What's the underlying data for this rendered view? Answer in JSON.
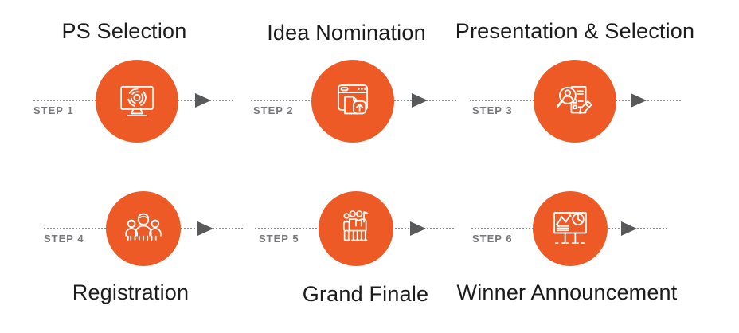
{
  "diagram": {
    "type": "process-flow",
    "colors": {
      "accent": "#ED5A25",
      "title": "#1C1C1C",
      "step_label": "#77787B",
      "dotted_line": "#8C8C8C",
      "arrow": "#58595B"
    },
    "steps": [
      {
        "label": "STEP 1",
        "title": "PS Selection",
        "icon": "monitor-target-icon",
        "title_position": "above"
      },
      {
        "label": "STEP 2",
        "title": "Idea Nomination",
        "icon": "browser-upload-icon",
        "title_position": "above"
      },
      {
        "label": "STEP 3",
        "title": "Presentation & Selection",
        "icon": "magnifier-profile-document-icon",
        "title_position": "above"
      },
      {
        "label": "STEP 4",
        "title": "Registration",
        "icon": "team-people-icon",
        "title_position": "below"
      },
      {
        "label": "STEP 5",
        "title": "Grand Finale",
        "icon": "people-with-flag-icon",
        "title_position": "below"
      },
      {
        "label": "STEP 6",
        "title": "Winner Announcement",
        "icon": "presentation-charts-icon",
        "title_position": "below"
      }
    ]
  }
}
